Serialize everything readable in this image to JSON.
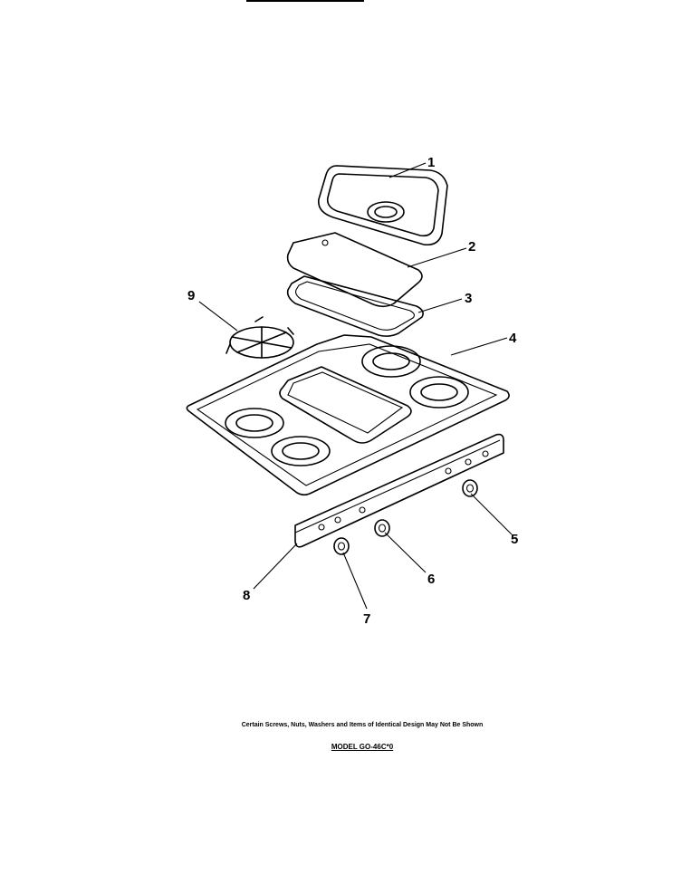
{
  "callouts": [
    "1",
    "2",
    "3",
    "4",
    "5",
    "6",
    "7",
    "8",
    "9"
  ],
  "footer": {
    "disclaimer": "Certain Screws, Nuts, Washers and Items of Identical Design May Not Be Shown",
    "model": "MODEL GO-46C*0"
  }
}
